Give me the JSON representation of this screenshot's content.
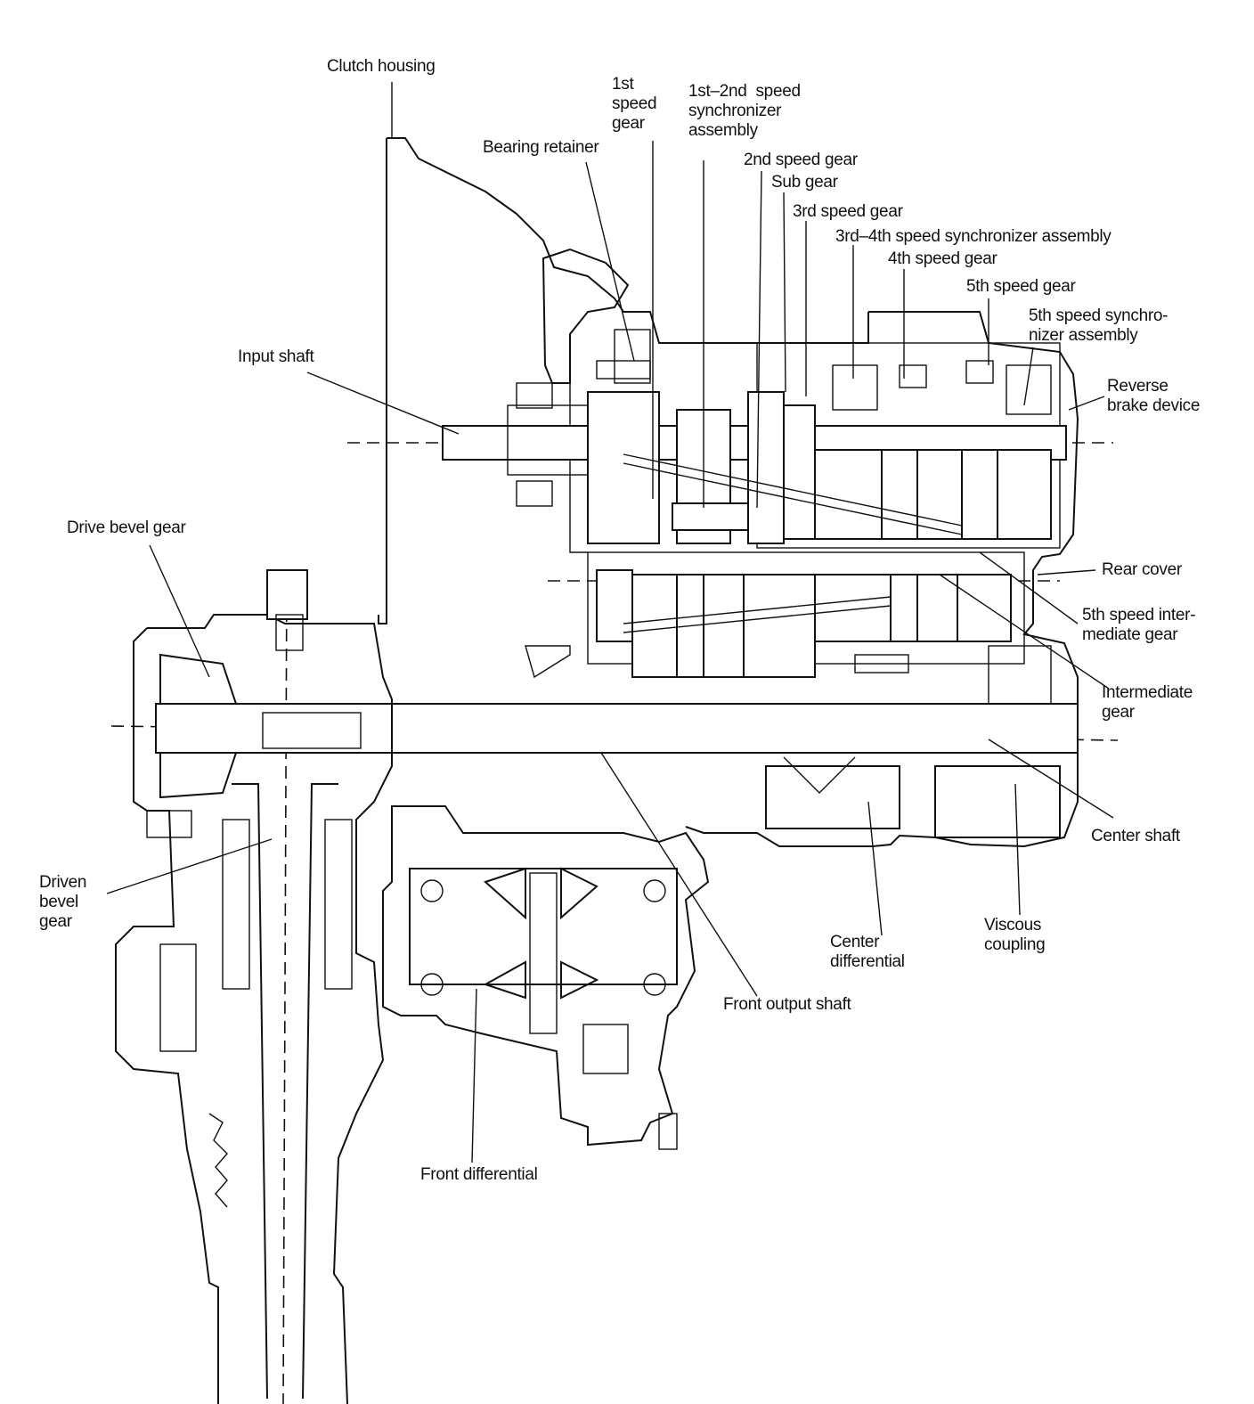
{
  "labels": {
    "clutch_housing": "Clutch housing",
    "first_speed_gear": "1st\nspeed\ngear",
    "first_second_synchro": "1st–2nd  speed\nsynchronizer\nassembly",
    "bearing_retainer": "Bearing retainer",
    "second_speed_gear": "2nd speed gear",
    "sub_gear": "Sub gear",
    "third_speed_gear": "3rd speed gear",
    "third_fourth_synchro": "3rd–4th speed synchronizer assembly",
    "fourth_speed_gear": "4th speed gear",
    "fifth_speed_gear": "5th speed gear",
    "fifth_speed_synchro": "5th speed synchro-\nnizer assembly",
    "reverse_brake_device": "Reverse\nbrake device",
    "input_shaft": "Input shaft",
    "drive_bevel_gear": "Drive bevel gear",
    "rear_cover": "Rear cover",
    "fifth_speed_intermediate_gear": "5th speed inter-\nmediate gear",
    "intermediate_gear": "Intermediate\ngear",
    "center_shaft": "Center shaft",
    "driven_bevel_gear": "Driven\nbevel\ngear",
    "viscous_coupling": "Viscous\ncoupling",
    "center_differential": "Center\ndifferential",
    "front_output_shaft": "Front output shaft",
    "front_differential": "Front differential"
  }
}
